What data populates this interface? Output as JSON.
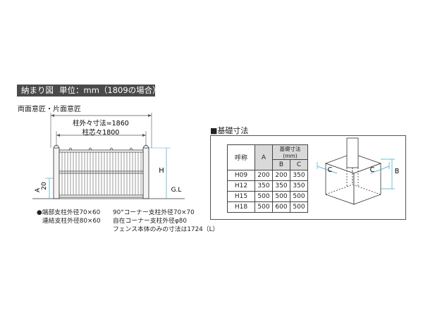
{
  "header": {
    "title": "納まり図",
    "unit": "単位：mm（1809の場合）"
  },
  "subtitle": "両面意匠・片面意匠",
  "fence_diagram": {
    "outer_dim_label": "柱外々寸法=1860",
    "center_dim_label": "柱芯々1800",
    "height_label": "H",
    "ground_label": "G.L",
    "base_label": "A",
    "base_value": "20"
  },
  "notes": {
    "left": [
      "●端部支柱外径70×60",
      "連結支柱外径80×60"
    ],
    "right": [
      "90°コーナー支柱外径70×70",
      "自在コーナー支柱外径φ80",
      "フェンス本体のみの寸法は1724（L）"
    ]
  },
  "foundation": {
    "title": "■基礎寸法",
    "table": {
      "header_name": "呼称",
      "header_a": "A",
      "header_group": "基礎寸法(mm)",
      "header_b": "B",
      "header_c": "C",
      "rows": [
        {
          "name": "H09",
          "a": "200",
          "b": "200",
          "c": "350"
        },
        {
          "name": "H12",
          "a": "350",
          "b": "350",
          "c": "350"
        },
        {
          "name": "H15",
          "a": "500",
          "b": "500",
          "c": "500"
        },
        {
          "name": "H18",
          "a": "500",
          "b": "600",
          "c": "500"
        }
      ]
    },
    "iso_labels": {
      "c_left": "C",
      "c_right": "C",
      "b": "B"
    }
  },
  "colors": {
    "dim_line": "#3aa6c8",
    "title_bg": "#4a4a4a",
    "table_header_bg": "#d9d9d9"
  }
}
